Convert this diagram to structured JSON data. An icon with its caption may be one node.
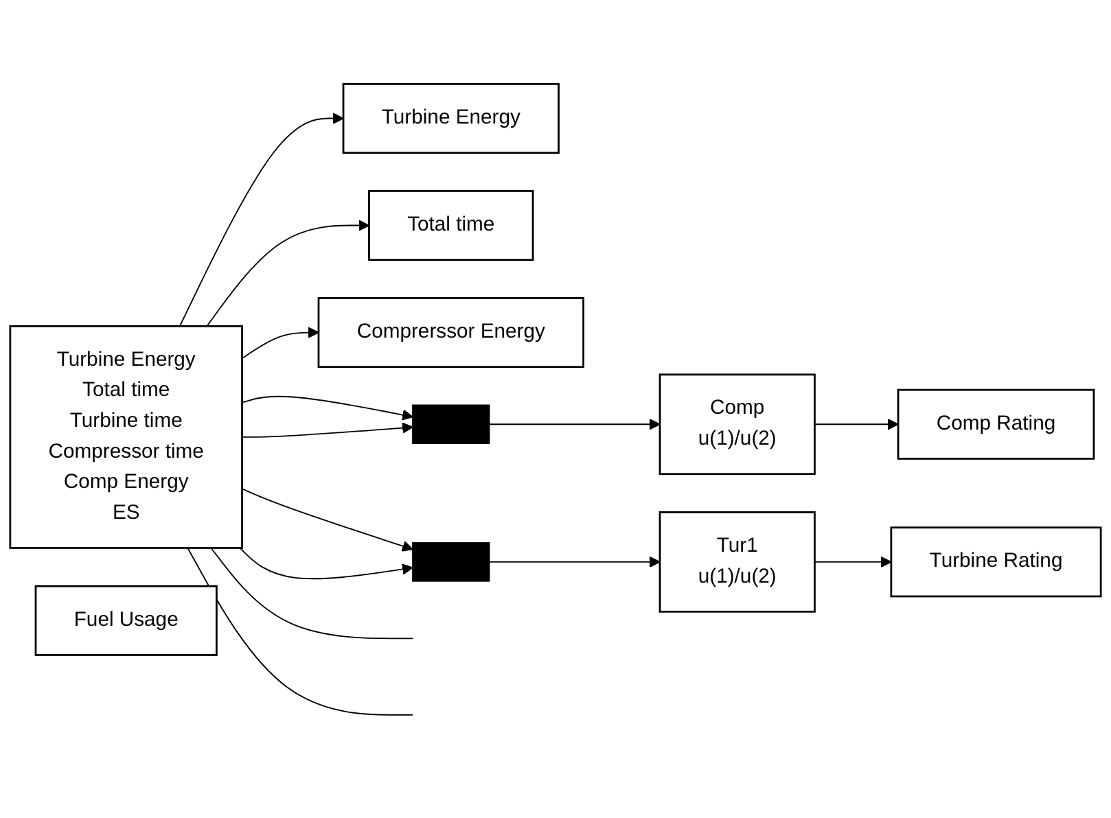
{
  "diagram": {
    "nodes": [
      {
        "text": [
          "Turbine Energy",
          "Total time",
          "Turbine time",
          "Compressor time",
          "Comp Energy",
          "ES"
        ]
      },
      {
        "text": [
          "Fuel Usage"
        ]
      },
      {
        "text": [
          "Turbine Energy"
        ]
      },
      {
        "text": [
          "Total time"
        ]
      },
      {
        "text": [
          "Comprerssor Energy"
        ]
      },
      {
        "text": [],
        "shape": "bar"
      },
      {
        "text": [
          "Comp",
          "u(1)/u(2)"
        ]
      },
      {
        "text": [
          "Comp Rating"
        ]
      },
      {
        "text": [],
        "shape": "bar"
      },
      {
        "text": [
          "Tur1",
          "u(1)/u(2)"
        ]
      },
      {
        "text": [
          "Turbine Rating"
        ]
      }
    ],
    "edges": [
      {
        "from": 0,
        "to": 2,
        "arrow": "to"
      },
      {
        "from": 0,
        "to": 3,
        "arrow": "to"
      },
      {
        "from": 0,
        "to": 4,
        "arrow": "to"
      },
      {
        "from": 0,
        "to": null,
        "arrow": "none"
      },
      {
        "from": 0,
        "to": null,
        "arrow": "none"
      },
      {
        "from": 0,
        "to": 5,
        "arrow": "to"
      },
      {
        "from": 0,
        "to": 5,
        "arrow": "to"
      },
      {
        "from": 0,
        "to": 8,
        "arrow": "to"
      },
      {
        "from": 0,
        "to": 8,
        "arrow": "to"
      },
      {
        "from": 5,
        "to": 6,
        "arrow": "to"
      },
      {
        "from": 6,
        "to": 7,
        "arrow": "to"
      },
      {
        "from": 8,
        "to": 9,
        "arrow": "to"
      },
      {
        "from": 9,
        "to": 10,
        "arrow": "to"
      }
    ]
  }
}
